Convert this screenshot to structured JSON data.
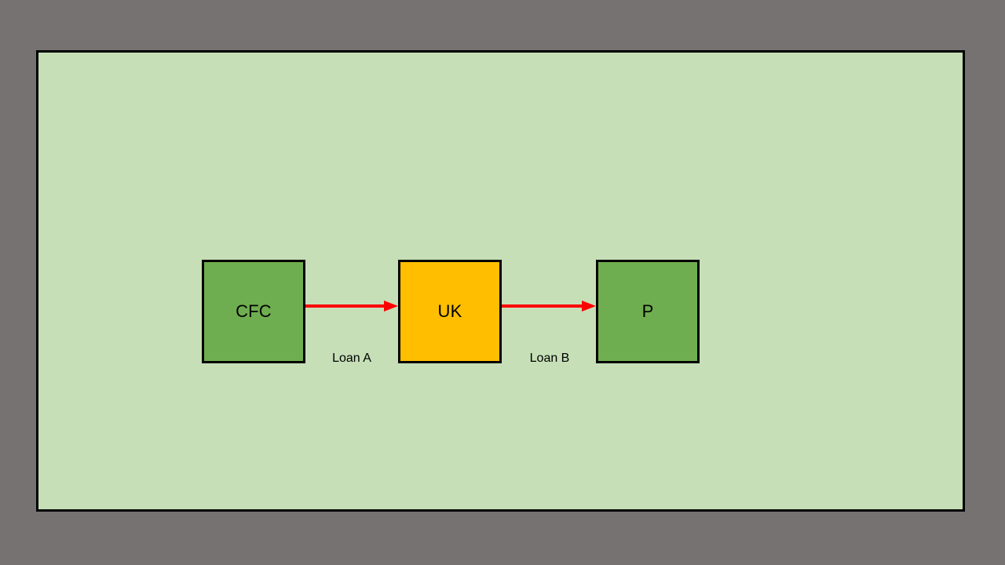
{
  "canvas": {
    "background_color": "#767272",
    "panel": {
      "background_color": "#C6DFB7",
      "border_color": "#000000"
    }
  },
  "diagram": {
    "title": "",
    "nodes": [
      {
        "id": "cfc",
        "label": "CFC",
        "fill": "#6FAE50",
        "stroke": "#000000"
      },
      {
        "id": "uk",
        "label": "UK",
        "fill": "#FFBF00",
        "stroke": "#000000"
      },
      {
        "id": "p",
        "label": "P",
        "fill": "#6FAE50",
        "stroke": "#000000"
      }
    ],
    "edges": [
      {
        "id": "loan-a",
        "label": "Loan A",
        "from": "cfc",
        "to": "uk",
        "color": "#FF0000",
        "arrowhead": "triangle"
      },
      {
        "id": "loan-b",
        "label": "Loan B",
        "from": "uk",
        "to": "p",
        "color": "#FF0000",
        "arrowhead": "triangle"
      }
    ]
  }
}
